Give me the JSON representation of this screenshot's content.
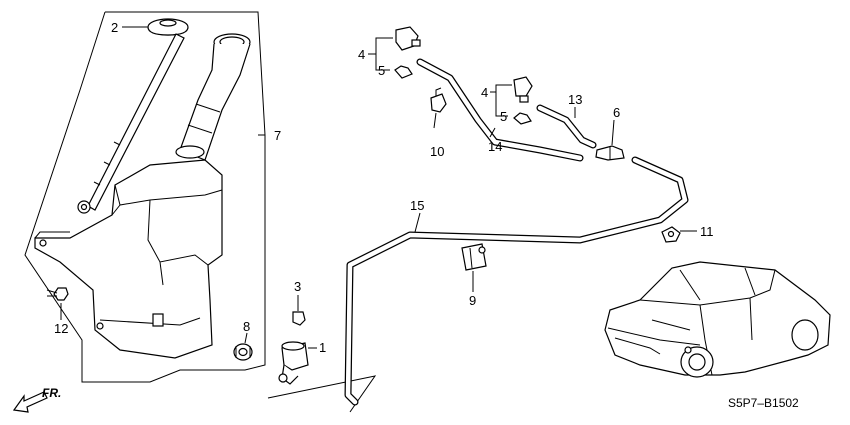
{
  "diagram": {
    "callouts": [
      {
        "id": "c1",
        "text": "1"
      },
      {
        "id": "c2",
        "text": "2"
      },
      {
        "id": "c3",
        "text": "3"
      },
      {
        "id": "c4a",
        "text": "4"
      },
      {
        "id": "c4b",
        "text": "4"
      },
      {
        "id": "c5a",
        "text": "5"
      },
      {
        "id": "c5b",
        "text": "5"
      },
      {
        "id": "c6",
        "text": "6"
      },
      {
        "id": "c7",
        "text": "7"
      },
      {
        "id": "c8",
        "text": "8"
      },
      {
        "id": "c9",
        "text": "9"
      },
      {
        "id": "c10",
        "text": "10"
      },
      {
        "id": "c11",
        "text": "11"
      },
      {
        "id": "c12",
        "text": "12"
      },
      {
        "id": "c13",
        "text": "13"
      },
      {
        "id": "c14",
        "text": "14"
      },
      {
        "id": "c15",
        "text": "15"
      }
    ],
    "direction_label": "FR.",
    "diagram_code": "S5P7–B1502"
  }
}
